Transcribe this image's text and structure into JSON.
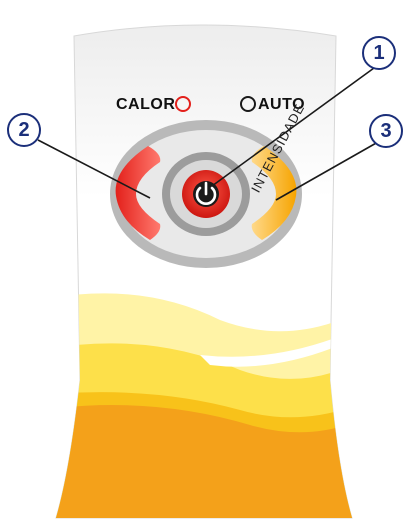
{
  "labels": {
    "calor": "CALOR",
    "auto": "AUTO",
    "intensity": "INTENSIDADE"
  },
  "callouts": [
    "1",
    "2",
    "3"
  ],
  "icons": {
    "center_button": "power-icon",
    "calor_indicator": "red-ring-indicator",
    "auto_indicator": "black-ring-indicator"
  },
  "colors": {
    "heat_red": "#e3201b",
    "intensity_orange": "#f6a400",
    "body_yellow": "#fde04a",
    "base_orange": "#f4a11a",
    "callout_blue": "#1b2f7a"
  }
}
